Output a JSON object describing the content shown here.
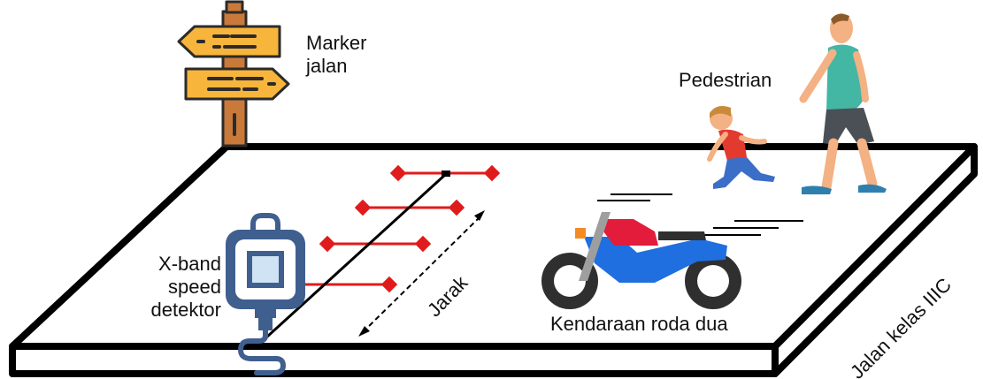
{
  "labels": {
    "marker": [
      "Marker",
      "jalan"
    ],
    "pedestrian": "Pedestrian",
    "detector": [
      "X-band",
      "speed",
      "detektor"
    ],
    "distance": "Jarak",
    "vehicle": "Kendaraan roda dua",
    "road_class": "Jalan kelas IIIC"
  },
  "icons": [
    "signpost-icon",
    "pedestrian-adult-icon",
    "pedestrian-child-icon",
    "speed-detector-icon",
    "motorcycle-icon"
  ],
  "colors": {
    "road_outline": "#000000",
    "signpost_board": "#f7b53b",
    "signpost_post": "#c97a3a",
    "signpost_outline": "#2b2b2b",
    "radar_marker": "#e01b1b",
    "detector_body": "#3f5f8f",
    "detector_screen": "#cfe3f5",
    "motorcycle_tank": "#e21c3a",
    "motorcycle_body": "#1f6fe0",
    "motorcycle_wheel": "#2f2f2f",
    "adult_shirt": "#43b6a4",
    "adult_pants": "#4a5056",
    "child_shirt": "#e33a2f",
    "child_pants": "#3b6ec6",
    "skin": "#f4b183"
  }
}
